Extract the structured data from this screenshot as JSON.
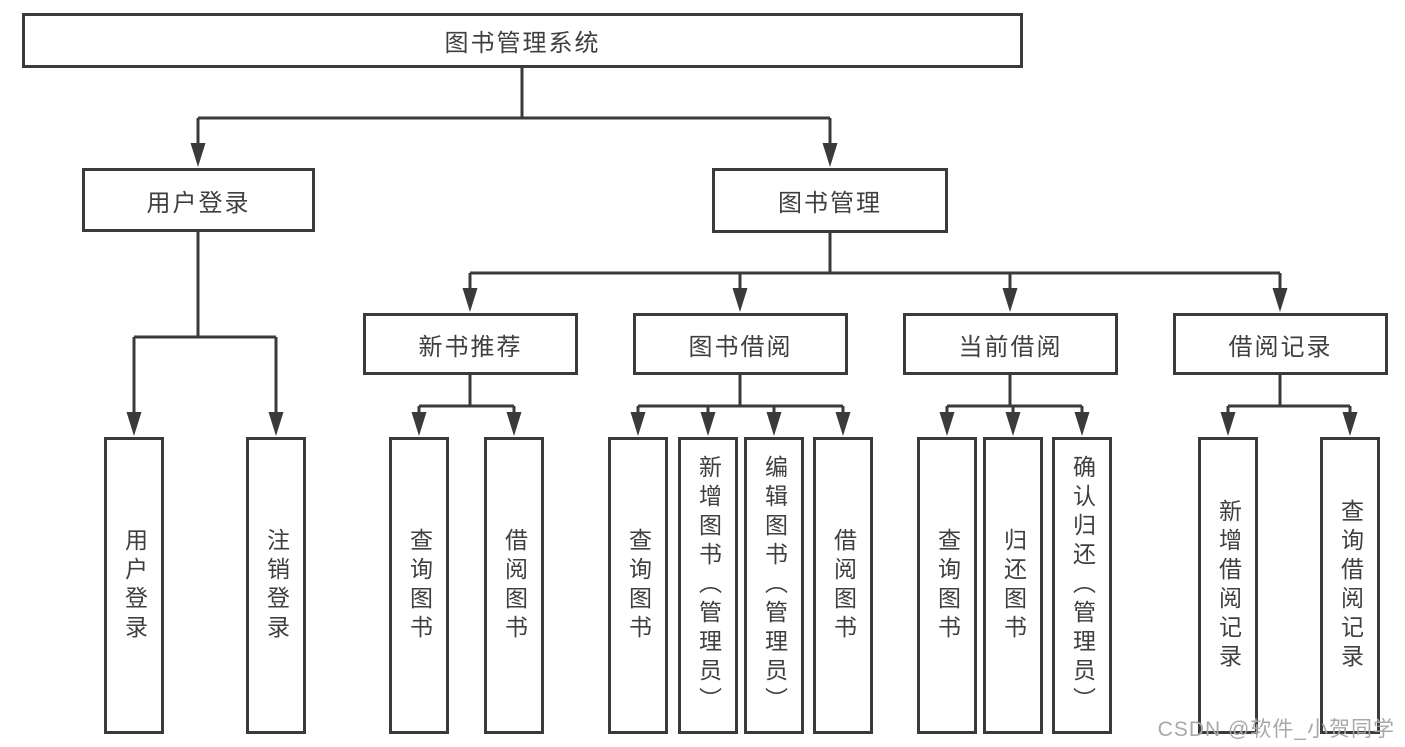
{
  "diagram": {
    "root": {
      "label": "图书管理系统"
    },
    "branches": [
      {
        "label": "用户登录",
        "children": [
          {
            "label": "用户登录"
          },
          {
            "label": "注销登录"
          }
        ]
      },
      {
        "label": "图书管理",
        "children": [
          {
            "label": "新书推荐",
            "children": [
              {
                "label": "查询图书"
              },
              {
                "label": "借阅图书"
              }
            ]
          },
          {
            "label": "图书借阅",
            "children": [
              {
                "label": "查询图书"
              },
              {
                "label": "新增图书（管理员）"
              },
              {
                "label": "编辑图书（管理员）"
              },
              {
                "label": "借阅图书"
              }
            ]
          },
          {
            "label": "当前借阅",
            "children": [
              {
                "label": "查询图书"
              },
              {
                "label": "归还图书"
              },
              {
                "label": "确认归还（管理员）"
              }
            ]
          },
          {
            "label": "借阅记录",
            "children": [
              {
                "label": "新增借阅记录"
              },
              {
                "label": "查询借阅记录"
              }
            ]
          }
        ]
      }
    ]
  },
  "watermark": {
    "text": "CSDN @软件_小贺同学"
  },
  "colors": {
    "line": "#3a3a3a",
    "text": "#3f3f3f",
    "watermark": "#aba7a7",
    "background": "#ffffff"
  }
}
